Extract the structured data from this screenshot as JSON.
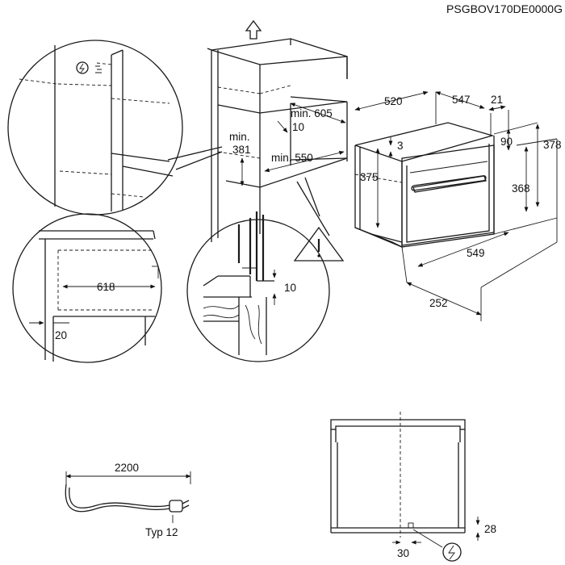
{
  "header": {
    "code": "PSGBOV170DE0000G"
  },
  "dimensions": {
    "cabinet_depth": "min. 605",
    "cabinet_gap": "10",
    "cabinet_height": "min.\n381",
    "cabinet_width": "min. 550",
    "oven_depth": "520",
    "oven_width": "547",
    "oven_front": "21",
    "oven_top_gap": "3",
    "oven_body_height": "375",
    "oven_panel_top": "90",
    "oven_total_height": "378",
    "oven_panel_height": "368",
    "oven_width_bottom": "549",
    "door_open": "252",
    "cabinet_inner_depth": "618",
    "side_gap": "20",
    "detail_gap": "10",
    "cable_length": "2200",
    "plug_type": "Typ 12",
    "connector_height": "28",
    "connector_offset": "30"
  },
  "colors": {
    "line": "#1a1a1a",
    "background": "#ffffff"
  },
  "icons": [
    "up-arrow-icon",
    "warning-icon",
    "electrical-connection-icon",
    "plug-icon"
  ]
}
